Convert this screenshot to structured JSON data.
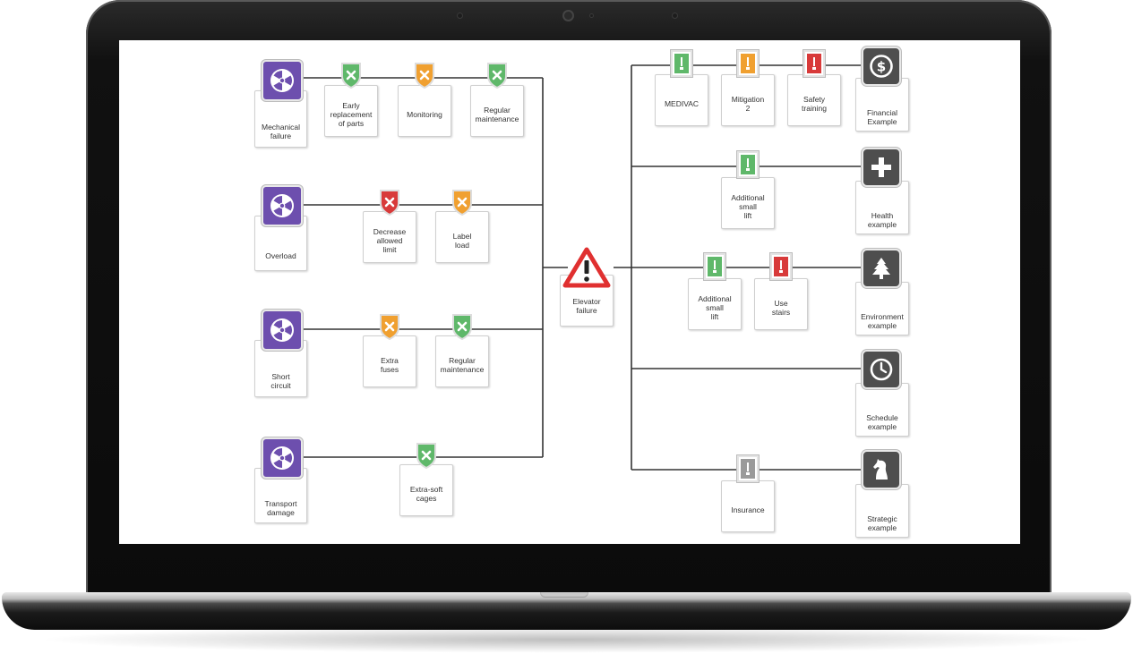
{
  "colors": {
    "hazard": "#6d4fae",
    "consequence": "#4e4e4e",
    "barrier_green": "#5fb86a",
    "barrier_orange": "#f0a030",
    "barrier_red": "#d83a3a",
    "barrier_gray": "#9a9a9a",
    "line": "#333333",
    "warning": "#e03030"
  },
  "center_event": {
    "label": "Elevator\nfailure",
    "icon": "warning-triangle-icon"
  },
  "causes": [
    {
      "label": "Mechanical\nfailure",
      "icon": "hazard-radiation-icon",
      "barriers": [
        {
          "label": "Early\nreplacement\nof parts",
          "color": "green"
        },
        {
          "label": "Monitoring",
          "color": "orange"
        },
        {
          "label": "Regular\nmaintenance",
          "color": "green"
        }
      ]
    },
    {
      "label": "Overload",
      "icon": "hazard-radiation-icon",
      "barriers": [
        {
          "label": "Decrease\nallowed\nlimit",
          "color": "red"
        },
        {
          "label": "Label\nload",
          "color": "orange"
        }
      ]
    },
    {
      "label": "Short\ncircuit",
      "icon": "hazard-radiation-icon",
      "barriers": [
        {
          "label": "Extra\nfuses",
          "color": "orange"
        },
        {
          "label": "Regular\nmaintenance",
          "color": "green"
        }
      ]
    },
    {
      "label": "Transport\ndamage",
      "icon": "hazard-radiation-icon",
      "barriers": [
        {
          "label": "Extra-soft\ncages",
          "color": "green"
        }
      ]
    }
  ],
  "consequences": [
    {
      "label": "Financial\nExample",
      "icon": "dollar-coin-icon",
      "barriers": [
        {
          "label": "MEDIVAC",
          "color": "green"
        },
        {
          "label": "Mitigation\n2",
          "color": "orange"
        },
        {
          "label": "Safety\ntraining",
          "color": "red"
        }
      ]
    },
    {
      "label": "Health\nexample",
      "icon": "plus-cross-icon",
      "barriers": [
        {
          "label": "Additional\nsmall\nlift",
          "color": "green"
        }
      ]
    },
    {
      "label": "Environment\nexample",
      "icon": "tree-icon",
      "barriers": [
        {
          "label": "Additional\nsmall\nlift",
          "color": "green"
        },
        {
          "label": "Use\nstairs",
          "color": "red"
        }
      ]
    },
    {
      "label": "Schedule\nexample",
      "icon": "clock-icon",
      "barriers": []
    },
    {
      "label": "Strategic\nexample",
      "icon": "chess-knight-icon",
      "barriers": [
        {
          "label": "Insurance",
          "color": "gray"
        }
      ]
    }
  ]
}
